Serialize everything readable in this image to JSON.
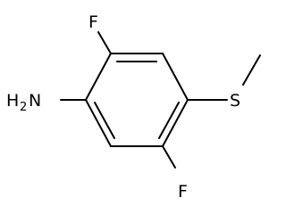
{
  "molecule": {
    "atoms": {
      "fluorine_top": "F",
      "fluorine_bottom": "F",
      "sulfur": "S",
      "amine_h": "H",
      "amine_sub": "2",
      "amine_n": "N"
    }
  }
}
